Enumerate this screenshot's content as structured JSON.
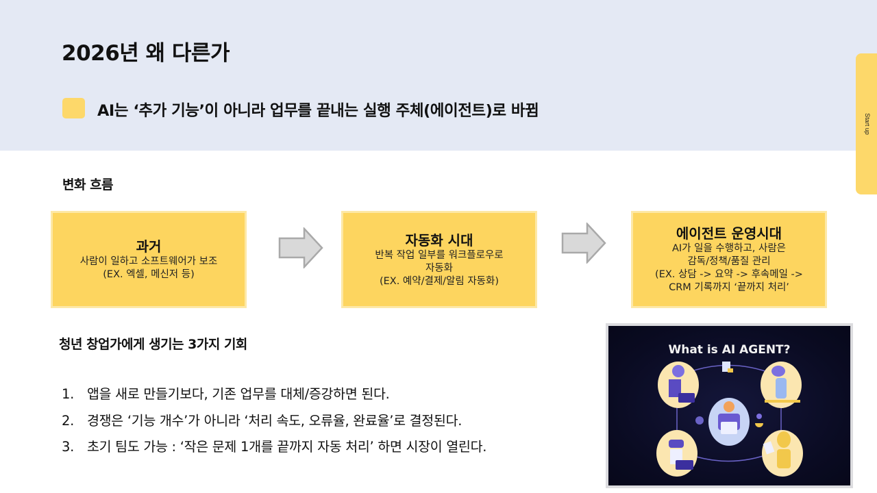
{
  "header": {
    "title": "2026년 왜 다른가",
    "subtitle": "AI는 ‘추가 기능’이 아니라 업무를 끝내는 실행 주체(에이전트)로 바뀜"
  },
  "side_tab": {
    "label": "Start up"
  },
  "flow": {
    "label": "변화 흐름",
    "boxes": [
      {
        "title": "과거",
        "lines": [
          "사람이 일하고 소프트웨어가 보조",
          "(EX. 엑셀, 메신저 등)"
        ]
      },
      {
        "title": "자동화 시대",
        "lines": [
          "반복 작업 일부를 워크플로우로",
          "자동화",
          "(EX. 예약/결제/알림 자동화)"
        ]
      },
      {
        "title": "에이전트 운영시대",
        "lines": [
          "AI가 일을 수행하고, 사람은",
          "감독/정책/품질 관리",
          "(EX. 상담 -> 요약 -> 후속메일 ->",
          "CRM 기록까지 ‘끝까지 처리’"
        ]
      }
    ],
    "arrow_icon": "right-arrow-icon"
  },
  "opportunities": {
    "label": "청년 창업가에게 생기는 3가지 기회",
    "items": [
      {
        "num": "1.",
        "text": "앱을 새로 만들기보다, 기존 업무를 대체/증강하면 된다."
      },
      {
        "num": "2.",
        "text": "경쟁은 ‘기능 개수’가 아니라 ‘처리 속도, 오류율, 완료율’로 결정된다."
      },
      {
        "num": "3.",
        "text": "초기 팀도 가능 : ‘작은 문제 1개를 끝까지 자동 처리’ 하면 시장이 열린다."
      }
    ]
  },
  "image": {
    "title": "What is AI AGENT?"
  },
  "colors": {
    "header_bg": "#e4e9f4",
    "accent_yellow": "#fdd55f",
    "arrow_gray": "#d6d6d6",
    "image_bg": "#0a0b22"
  }
}
